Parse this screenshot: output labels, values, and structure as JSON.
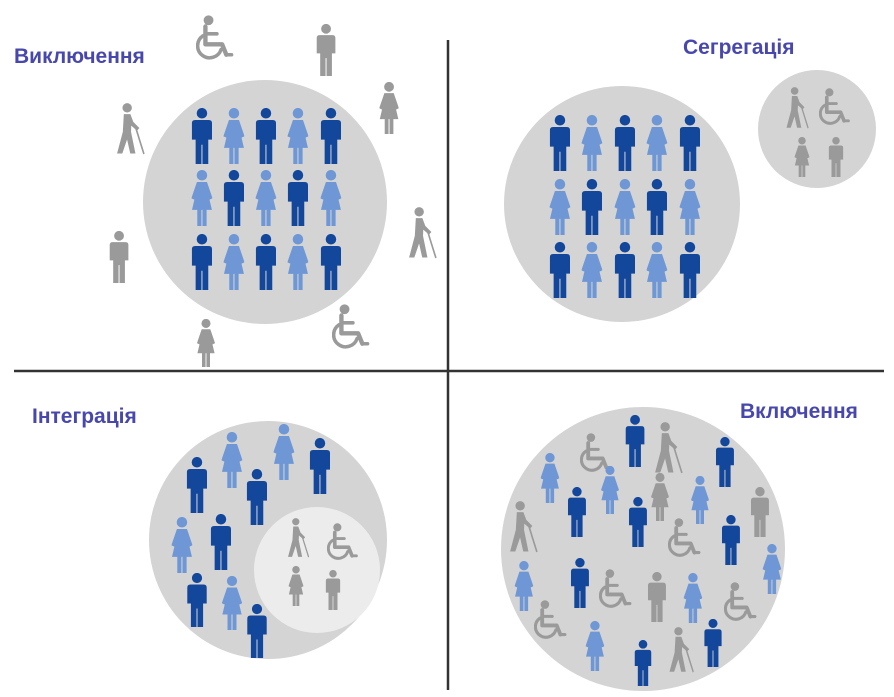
{
  "titles": {
    "exclusion": "Виключення",
    "segregation": "Сегрегація",
    "integration": "Інтеграція",
    "inclusion": "Включення"
  },
  "colors": {
    "title": "#4747ad",
    "axis": "#333333",
    "circle": "#d4d4d4",
    "circle_inner": "#ececec",
    "dark_blue": "#13479b",
    "light_blue": "#6f97d6",
    "gray": "#9a9a9a"
  },
  "icon_types": [
    "man",
    "woman",
    "wheelchair-user",
    "blind-person-with-cane"
  ]
}
